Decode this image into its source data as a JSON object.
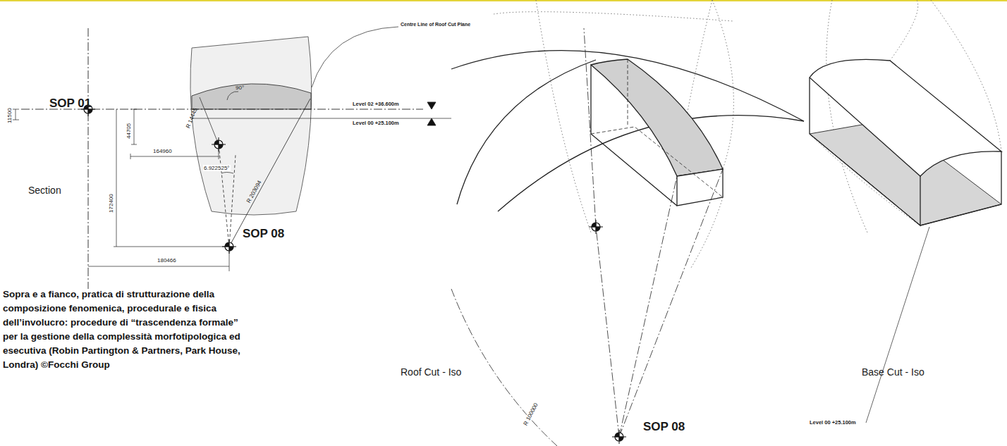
{
  "diagram": {
    "caption": "Sopra e a fianco, pratica di strutturazione della composizione fenomenica, procedurale e fisica dell’involucro: procedure di “trascendenza formale” per la gestione della complessità morfotipologica ed esecutiva (Robin Partington & Partners, Park House, Londra) ©Focchi Group",
    "labels": [
      "SOP 01",
      "11500",
      "44705",
      "R 14445",
      "90°",
      "164960",
      "6.922525°",
      "172400",
      "R 203094",
      "SOP 08",
      "180466",
      "Section",
      "Centre Line of Roof Cut Plane",
      "Level 02 +36.600m",
      "Level 00 +25.100m",
      "Roof Cut - Iso",
      "R 100000",
      "SOP 08",
      "Base Cut - Iso",
      "Level 00 +25.100m"
    ]
  }
}
